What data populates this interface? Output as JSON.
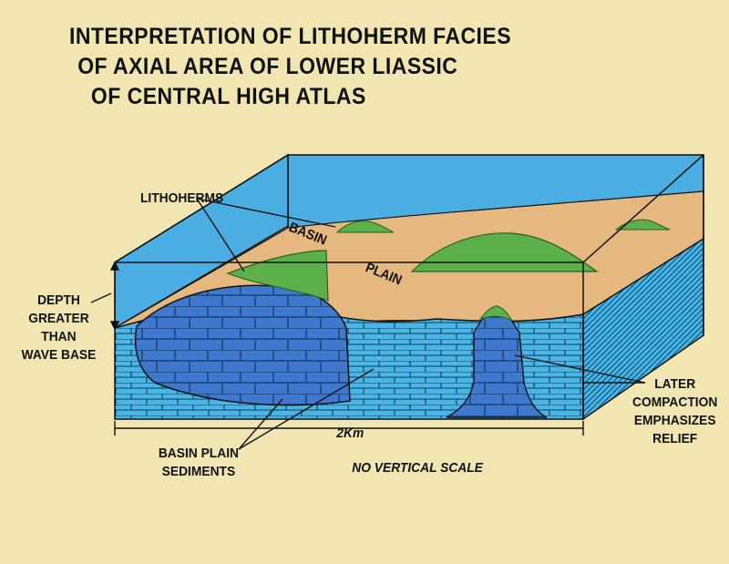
{
  "title": {
    "line1": "INTERPRETATION OF LITHOHERM FACIES",
    "line2": "OF AXIAL AREA OF LOWER LIASSIC",
    "line3": "OF CENTRAL HIGH ATLAS"
  },
  "labels": {
    "lithoherms": "LITHOHERMS",
    "basin": "BASIN",
    "plain": "PLAIN",
    "depth_1": "DEPTH",
    "depth_2": "GREATER",
    "depth_3": "THAN",
    "depth_4": "WAVE BASE",
    "later_1": "LATER",
    "later_2": "COMPACTION",
    "later_3": "EMPHASIZES",
    "later_4": "RELIEF",
    "scale_2km": "2Km",
    "sediments_1": "BASIN PLAIN",
    "sediments_2": "SEDIMENTS",
    "no_vertical_scale": "NO VERTICAL SCALE"
  },
  "colors": {
    "background": "#f1e6b2",
    "water": "#4aaee3",
    "sediment": "#46b6e6",
    "lithoherm_body": "#3f78cf",
    "seafloor": "#e5b880",
    "lithoherm_cap": "#5bb04a",
    "ink": "#111111"
  }
}
